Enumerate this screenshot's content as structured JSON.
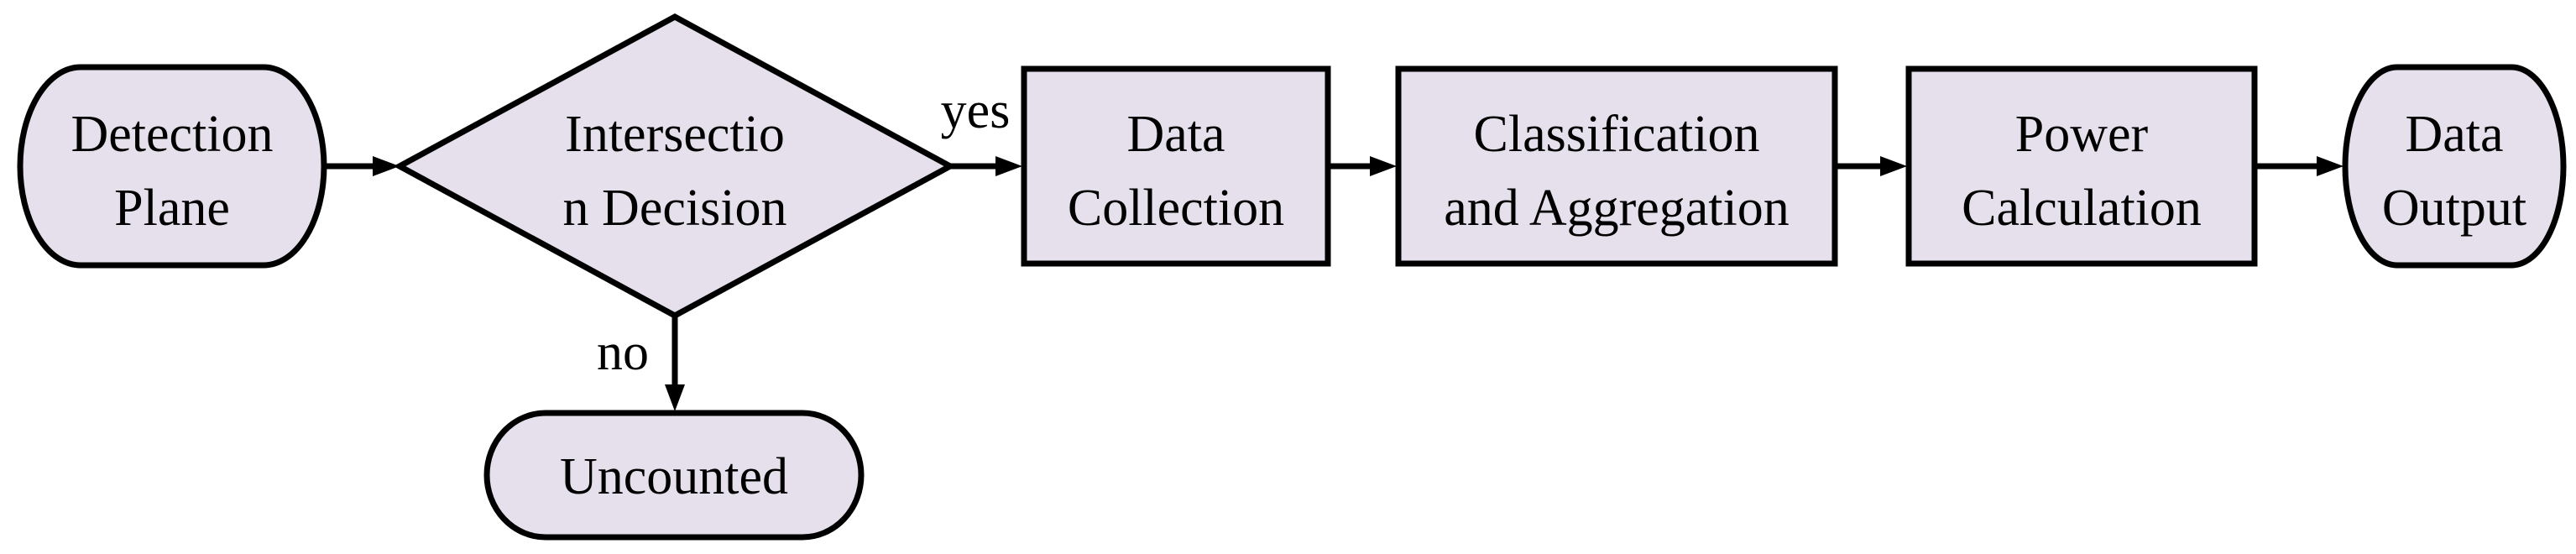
{
  "colors": {
    "node_fill": "#e6e0ec",
    "stroke": "#000000",
    "text": "#000000"
  },
  "nodes": {
    "detection_plane": {
      "line1": "Detection",
      "line2": "Plane"
    },
    "intersection_decision": {
      "line1": "Intersectio",
      "line2": "n Decision"
    },
    "uncounted": {
      "line1": "Uncounted"
    },
    "data_collection": {
      "line1": "Data",
      "line2": "Collection"
    },
    "classification_aggregation": {
      "line1": "Classification",
      "line2": "and Aggregation"
    },
    "power_calculation": {
      "line1": "Power",
      "line2": "Calculation"
    },
    "data_output": {
      "line1": "Data",
      "line2": "Output"
    }
  },
  "edges": {
    "yes_label": "yes",
    "no_label": "no"
  }
}
